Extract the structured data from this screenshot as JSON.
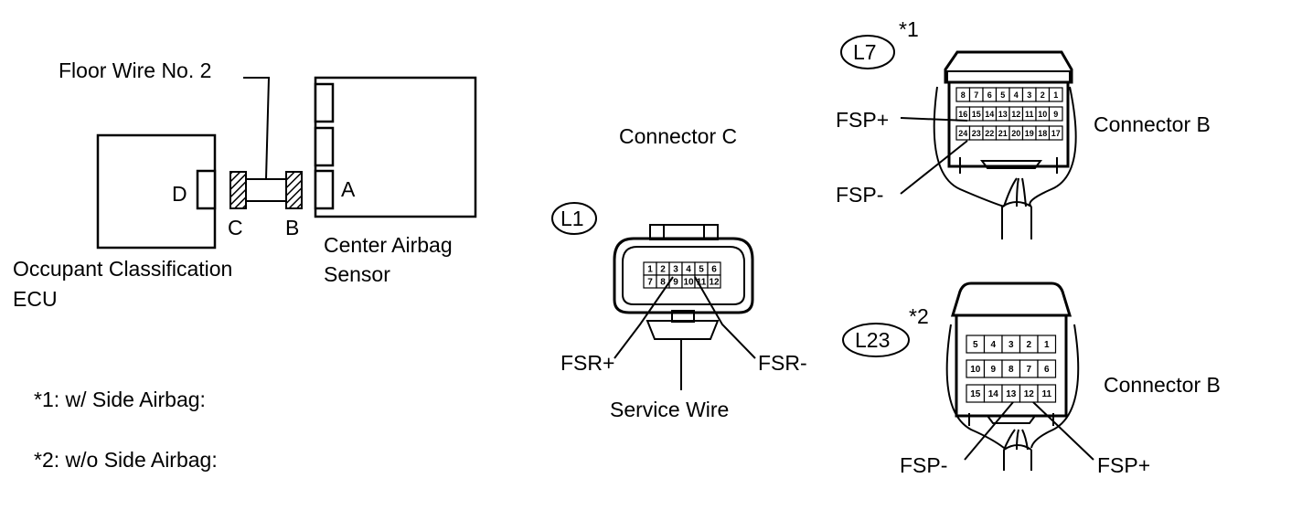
{
  "labels": {
    "floor_wire": "Floor Wire No. 2",
    "occupant_ecu_line1": "Occupant Classification",
    "occupant_ecu_line2": "ECU",
    "center_sensor_line1": "Center Airbag",
    "center_sensor_line2": "Sensor",
    "conn_d": "D",
    "conn_c": "C",
    "conn_b": "B",
    "conn_a": "A",
    "connector_c": "Connector C",
    "connector_b_top": "Connector B",
    "connector_b_bottom": "Connector B",
    "service_wire": "Service Wire",
    "fsr_plus": "FSR+",
    "fsr_minus": "FSR-",
    "fsp_plus_top": "FSP+",
    "fsp_minus_top": "FSP-",
    "fsp_minus_bottom": "FSP-",
    "fsp_plus_bottom": "FSP+",
    "note1": "*1: w/ Side Airbag:",
    "note2": "*2: w/o Side Airbag:"
  },
  "badges": {
    "l1": "L1",
    "l7": "L7",
    "l23": "L23",
    "star1": "*1",
    "star2": "*2"
  },
  "pins": {
    "l1_row1": [
      "1",
      "2",
      "3",
      "4",
      "5",
      "6"
    ],
    "l1_row2": [
      "7",
      "8",
      "9",
      "10",
      "11",
      "12"
    ],
    "l7_row1": [
      "8",
      "7",
      "6",
      "5",
      "4",
      "3",
      "2",
      "1"
    ],
    "l7_row2": [
      "16",
      "15",
      "14",
      "13",
      "12",
      "11",
      "10",
      "9"
    ],
    "l7_row3": [
      "24",
      "23",
      "22",
      "21",
      "20",
      "19",
      "18",
      "17"
    ],
    "l23_row1": [
      "5",
      "4",
      "3",
      "2",
      "1"
    ],
    "l23_row2": [
      "10",
      "9",
      "8",
      "7",
      "6"
    ],
    "l23_row3": [
      "15",
      "14",
      "13",
      "12",
      "11"
    ]
  }
}
